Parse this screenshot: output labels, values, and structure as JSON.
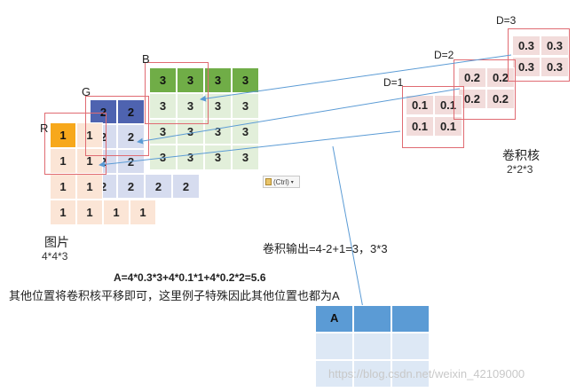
{
  "image_label": "图片",
  "image_dims": "4*4*3",
  "kernel_label": "卷积核",
  "kernel_dims": "2*2*3",
  "output_text": "卷积输出=4-2+1=3，3*3",
  "formula": "A=4*0.3*3+4*0.1*1+4*0.2*2=5.6",
  "description": "其他位置将卷积核平移即可，这里例子特殊因此其他位置也都为A",
  "channel_labels": {
    "r": "R",
    "g": "G",
    "b": "B"
  },
  "kernel_labels": {
    "d1": "D=1",
    "d2": "D=2",
    "d3": "D=3"
  },
  "r_values": [
    [
      "1",
      "1",
      "",
      ""
    ],
    [
      "1",
      "1",
      "",
      ""
    ],
    [
      "1",
      "1",
      "",
      ""
    ],
    [
      "1",
      "1",
      "1",
      "1"
    ]
  ],
  "g_values": [
    [
      "2",
      "2",
      "",
      ""
    ],
    [
      "2",
      "2",
      "",
      ""
    ],
    [
      "2",
      "2",
      "",
      ""
    ],
    [
      "2",
      "2",
      "2",
      "2"
    ]
  ],
  "b_values": [
    [
      "3",
      "3",
      "3",
      "3"
    ],
    [
      "3",
      "3",
      "3",
      "3"
    ],
    [
      "3",
      "3",
      "3",
      "3"
    ],
    [
      "3",
      "3",
      "3",
      "3"
    ]
  ],
  "kernel_d1": [
    [
      "0.1",
      "0.1"
    ],
    [
      "0.1",
      "0.1"
    ]
  ],
  "kernel_d2": [
    [
      "0.2",
      "0.2"
    ],
    [
      "0.2",
      "0.2"
    ]
  ],
  "kernel_d3": [
    [
      "0.3",
      "0.3"
    ],
    [
      "0.3",
      "0.3"
    ]
  ],
  "output_cell": "A",
  "paste_widget": "(Ctrl)",
  "watermark": "https://blog.csdn.net/weixin_42109000",
  "colors": {
    "r_fill": "#fbe5d6",
    "r_active": "#f7a81b",
    "g_fill": "#d6dcef",
    "g_active": "#4e63b0",
    "b_fill": "#e2efda",
    "b_active": "#70ad47",
    "frame": "#e06b72",
    "arrow": "#5b9bd5",
    "out_header": "#5b9bd5",
    "out_body": "#dde8f5"
  }
}
